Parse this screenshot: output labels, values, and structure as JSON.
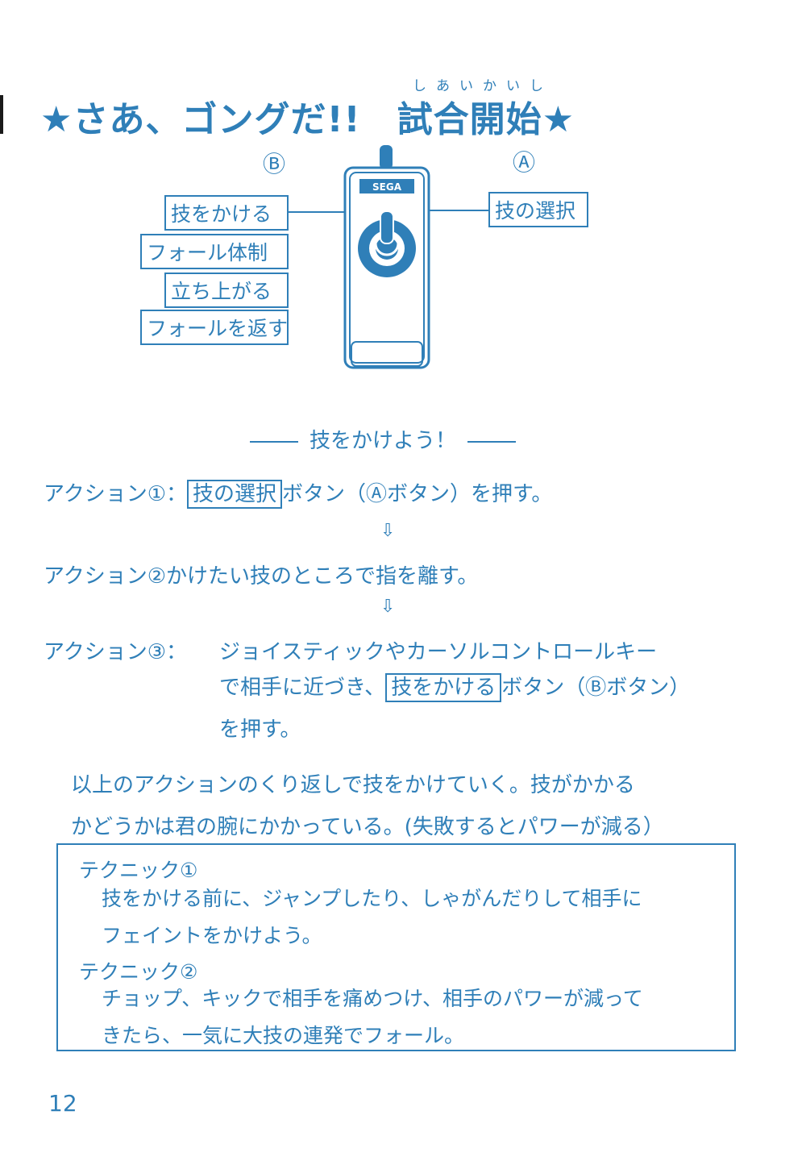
{
  "title": {
    "main": "★さあ、ゴングだ!!　試合開始★",
    "ruby": "しあいかいし"
  },
  "diagram": {
    "label_b": "Ⓑ",
    "label_a": "Ⓐ",
    "controller_brand": "SEGA",
    "b_buttons": [
      "技をかける",
      "フォール体制",
      "立ち上がる",
      "フォールを返す"
    ],
    "a_button": "技の選択",
    "colors": {
      "ink": "#2f7fb8",
      "brand_bar": "#2f7fb8"
    }
  },
  "section": {
    "title": "技をかけよう！"
  },
  "actions": {
    "a1": {
      "prefix": "アクション①：",
      "box": "技の選択",
      "suffix": "ボタン（Ⓐボタン）を押す。"
    },
    "a2": {
      "text": "アクション②かけたい技のところで指を離す。"
    },
    "a3": {
      "prefix": "アクション③：",
      "line1": "ジョイスティックやカーソルコントロールキー",
      "line2_pre": "で相手に近づき、",
      "line2_box": "技をかける",
      "line2_post": "ボタン（Ⓑボタン）",
      "line3": "を押す。"
    },
    "arrow": "⇩"
  },
  "summary": {
    "line1": "以上のアクションのくり返しで技をかけていく。技がかかる",
    "line2": "かどうかは君の腕にかかっている。(失敗するとパワーが減る）"
  },
  "techniques": [
    {
      "heading": "テクニック①",
      "lines": [
        "技をかける前に、ジャンプしたり、しゃがんだりして相手に",
        "フェイントをかけよう。"
      ]
    },
    {
      "heading": "テクニック②",
      "lines": [
        "チョップ、キックで相手を痛めつけ、相手のパワーが減って",
        "きたら、一気に大技の連発でフォール。"
      ]
    }
  ],
  "page_number": "12"
}
